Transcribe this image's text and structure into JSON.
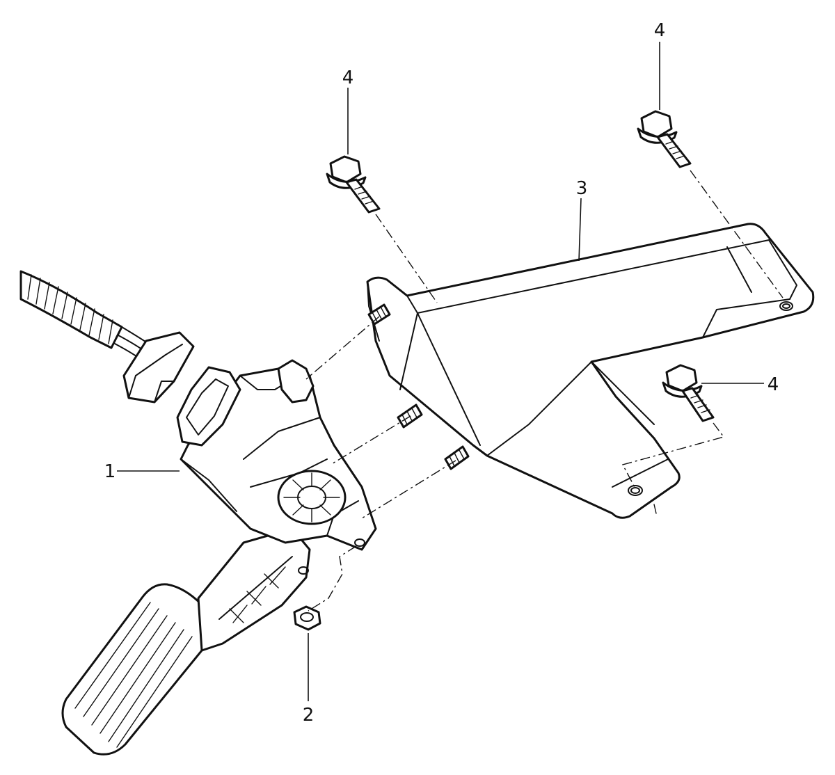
{
  "callouts": {
    "pedal_module": "1",
    "nut": "2",
    "bracket": "3",
    "bolt_top_left": "4",
    "bolt_top_right": "4",
    "bolt_right": "4"
  }
}
